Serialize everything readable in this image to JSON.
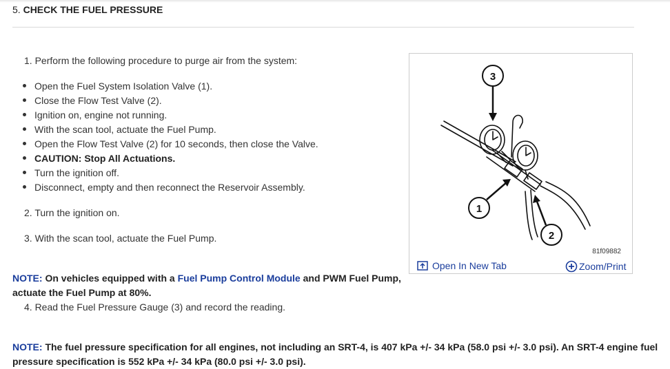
{
  "section": {
    "number": "5.",
    "title": "CHECK THE FUEL PRESSURE"
  },
  "steps": [
    "1. Perform the following procedure to purge air from the system:",
    "2. Turn the ignition on.",
    "3. With the scan tool, actuate the Fuel Pump.",
    "4. Read the Fuel Pressure Gauge (3) and record the reading."
  ],
  "bullets": [
    "Open the Fuel System Isolation Valve (1).",
    "Close the Flow Test Valve (2).",
    "Ignition on, engine not running.",
    "With the scan tool, actuate the Fuel Pump.",
    "Open the Flow Test Valve (2) for 10 seconds, then close the Valve.",
    "CAUTION: Stop All Actuations.",
    "Turn the ignition off.",
    "Disconnect, empty and then reconnect the Reservoir Assembly."
  ],
  "note1": {
    "label": "NOTE:",
    "text_before": "On vehicles equipped with a",
    "link": "Fuel Pump Control Module",
    "text_after": "and PWM Fuel Pump,",
    "line2": "actuate the Fuel Pump at 80%."
  },
  "note2": {
    "label": "NOTE:",
    "line1": "The fuel pressure specification for all engines, not including an SRT-4, is 407 kPa +/- 34 kPa (58.0 psi +/- 3.0 psi). An SRT-4 engine fuel",
    "line2": "pressure specification is 552 kPa +/- 34 kPa (80.0 psi +/- 3.0 psi)."
  },
  "figure": {
    "id": "81f09882",
    "callouts": [
      "1",
      "2",
      "3"
    ],
    "open_link": "Open In New Tab",
    "zoom_link": "Zoom/Print"
  }
}
